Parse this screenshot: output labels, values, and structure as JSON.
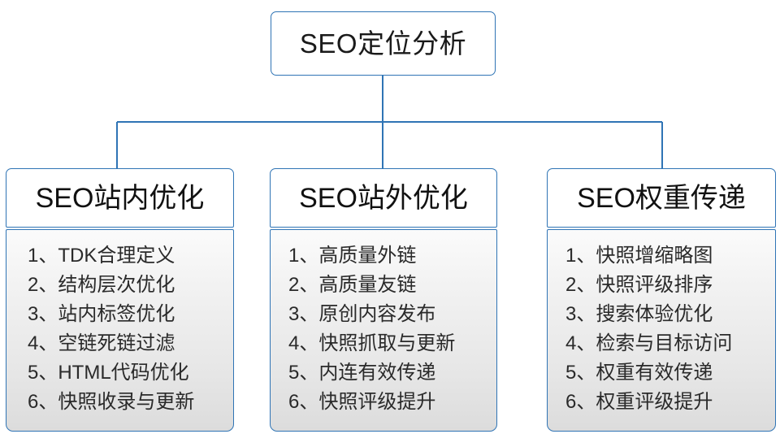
{
  "diagram": {
    "title": "SEO定位分析",
    "accent_color": "#2f74b5",
    "root": {
      "label": "SEO定位分析"
    },
    "branches": [
      {
        "header": "SEO站内优化",
        "items": [
          "1、TDK合理定义",
          "2、结构层次优化",
          "3、站内标签优化",
          "4、空链死链过滤",
          "5、HTML代码优化",
          "6、快照收录与更新"
        ]
      },
      {
        "header": "SEO站外优化",
        "items": [
          "1、高质量外链",
          "2、高质量友链",
          "3、原创内容发布",
          "4、快照抓取与更新",
          "5、内连有效传递",
          "6、快照评级提升"
        ]
      },
      {
        "header": "SEO权重传递",
        "items": [
          "1、快照增缩略图",
          "2、快照评级排序",
          "3、搜索体验优化",
          "4、检索与目标访问",
          "5、权重有效传递",
          "6、权重评级提升"
        ]
      }
    ]
  }
}
